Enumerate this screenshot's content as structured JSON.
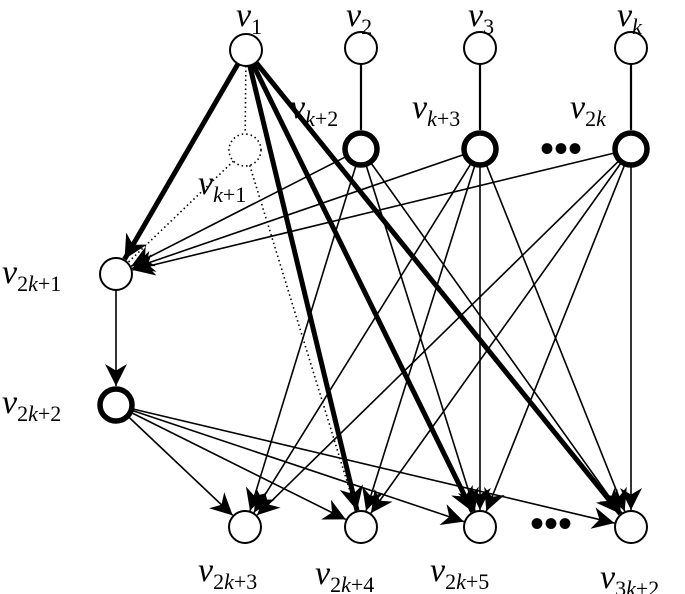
{
  "diagram": {
    "nodes": [
      {
        "id": "v1",
        "sub": "1",
        "style": "normal"
      },
      {
        "id": "v2",
        "sub": "2",
        "style": "normal"
      },
      {
        "id": "v3",
        "sub": "3",
        "style": "normal"
      },
      {
        "id": "vk",
        "sub": "k",
        "style": "normal"
      },
      {
        "id": "vk1",
        "sub": "k+1",
        "style": "dotted"
      },
      {
        "id": "vk2",
        "sub": "k+2",
        "style": "bold"
      },
      {
        "id": "vk3",
        "sub": "k+3",
        "style": "bold"
      },
      {
        "id": "v2k",
        "sub": "2k",
        "style": "bold"
      },
      {
        "id": "v2k1",
        "sub": "2k+1",
        "style": "normal"
      },
      {
        "id": "v2k2",
        "sub": "2k+2",
        "style": "bold"
      },
      {
        "id": "v2k3",
        "sub": "2k+3",
        "style": "normal"
      },
      {
        "id": "v2k4",
        "sub": "2k+4",
        "style": "normal"
      },
      {
        "id": "v2k5",
        "sub": "2k+5",
        "style": "normal"
      },
      {
        "id": "v3k2",
        "sub": "3k+2",
        "style": "normal"
      }
    ],
    "edges": [
      {
        "from": "v2",
        "to": "vk2",
        "kind": "line"
      },
      {
        "from": "v3",
        "to": "vk3",
        "kind": "line"
      },
      {
        "from": "vk",
        "to": "v2k",
        "kind": "line"
      },
      {
        "from": "v1",
        "to": "vk1",
        "kind": "dotted"
      },
      {
        "from": "v1",
        "to": "v2k5",
        "kind": "dotted"
      },
      {
        "from": "v1",
        "to": "v3k2",
        "kind": "dotted"
      },
      {
        "from": "vk1",
        "to": "v2k1",
        "kind": "dotted"
      },
      {
        "from": "vk1",
        "to": "v2k4",
        "kind": "dotted"
      },
      {
        "from": "v1",
        "to": "v2k1",
        "kind": "bold"
      },
      {
        "from": "v1",
        "to": "v2k4",
        "kind": "bold"
      },
      {
        "from": "v1",
        "to": "v2k5",
        "kind": "bold"
      },
      {
        "from": "v1",
        "to": "v3k2",
        "kind": "bold"
      },
      {
        "from": "v2k1",
        "to": "v2k2",
        "kind": "arrow"
      },
      {
        "from": "vk2",
        "to": "v2k1",
        "kind": "arrow"
      },
      {
        "from": "vk3",
        "to": "v2k1",
        "kind": "arrow"
      },
      {
        "from": "v2k",
        "to": "v2k1",
        "kind": "arrow"
      },
      {
        "from": "vk2",
        "to": "v2k3",
        "kind": "arrow"
      },
      {
        "from": "vk2",
        "to": "v2k5",
        "kind": "arrow"
      },
      {
        "from": "vk2",
        "to": "v3k2",
        "kind": "arrow"
      },
      {
        "from": "vk3",
        "to": "v2k3",
        "kind": "arrow"
      },
      {
        "from": "vk3",
        "to": "v2k4",
        "kind": "arrow"
      },
      {
        "from": "vk3",
        "to": "v2k5",
        "kind": "arrow"
      },
      {
        "from": "vk3",
        "to": "v3k2",
        "kind": "arrow"
      },
      {
        "from": "v2k",
        "to": "v2k3",
        "kind": "arrow"
      },
      {
        "from": "v2k",
        "to": "v2k4",
        "kind": "arrow"
      },
      {
        "from": "v2k",
        "to": "v2k5",
        "kind": "arrow"
      },
      {
        "from": "v2k",
        "to": "v3k2",
        "kind": "arrow"
      },
      {
        "from": "v2k2",
        "to": "v2k3",
        "kind": "arrow"
      },
      {
        "from": "v2k2",
        "to": "v2k4",
        "kind": "arrow"
      },
      {
        "from": "v2k2",
        "to": "v2k5",
        "kind": "arrow"
      },
      {
        "from": "v2k2",
        "to": "v3k2",
        "kind": "arrow"
      }
    ],
    "ellipses": [
      "•••",
      "•••"
    ]
  }
}
